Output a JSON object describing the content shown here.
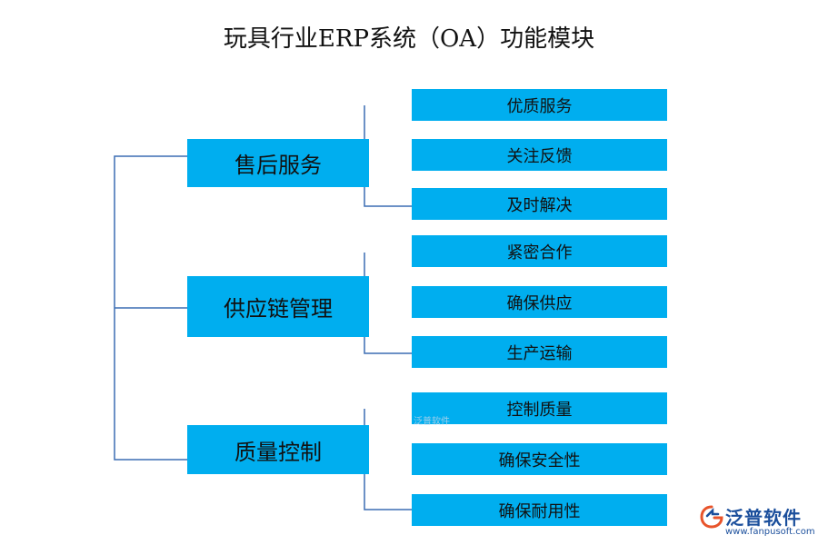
{
  "title": "玩具行业ERP系统（OA）功能模块",
  "groups": [
    {
      "label": "售后服务",
      "items": [
        "优质服务",
        "关注反馈",
        "及时解决"
      ]
    },
    {
      "label": "供应链管理",
      "items": [
        "紧密合作",
        "确保供应",
        "生产运输"
      ]
    },
    {
      "label": "质量控制",
      "items": [
        "控制质量",
        "确保安全性",
        "确保耐用性"
      ]
    }
  ],
  "watermark": "泛普软件",
  "logo": {
    "name": "泛普软件",
    "url": "www.fanpusoft.com"
  },
  "colors": {
    "box": "#00AEEF",
    "line": "#3b6db3"
  }
}
